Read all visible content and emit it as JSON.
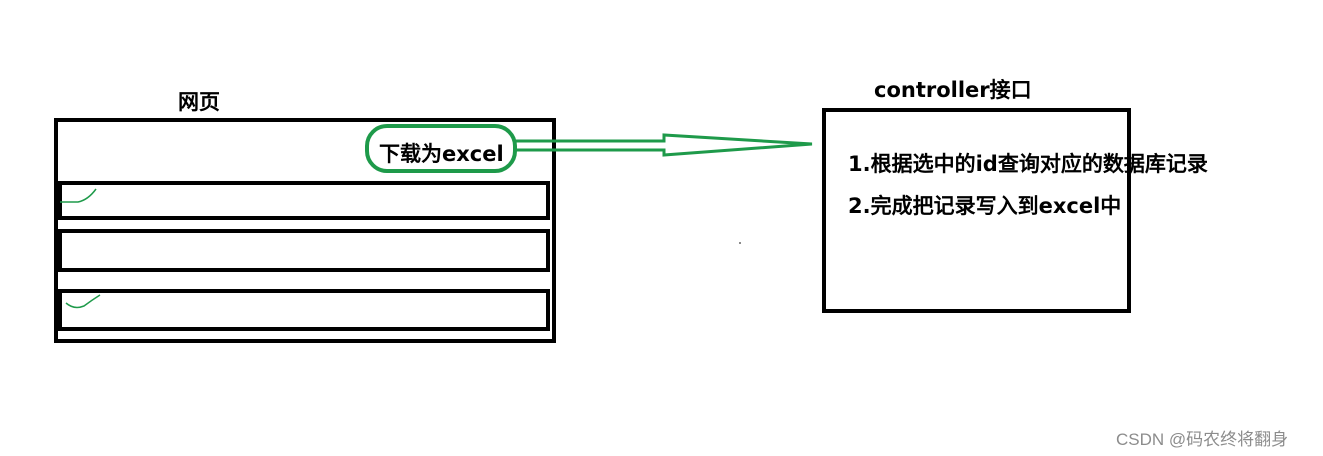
{
  "webpage": {
    "title": "网页",
    "download_button_label": "下载为excel"
  },
  "controller": {
    "title": "controller接口",
    "steps": [
      "1.根据选中的id查询对应的数据库记录",
      "2.完成把记录写入到excel中"
    ]
  },
  "watermark": "CSDN @码农终将翻身",
  "colors": {
    "outline": "#000000",
    "accent": "#1e9a4a",
    "watermark": "#8c8c8c"
  }
}
